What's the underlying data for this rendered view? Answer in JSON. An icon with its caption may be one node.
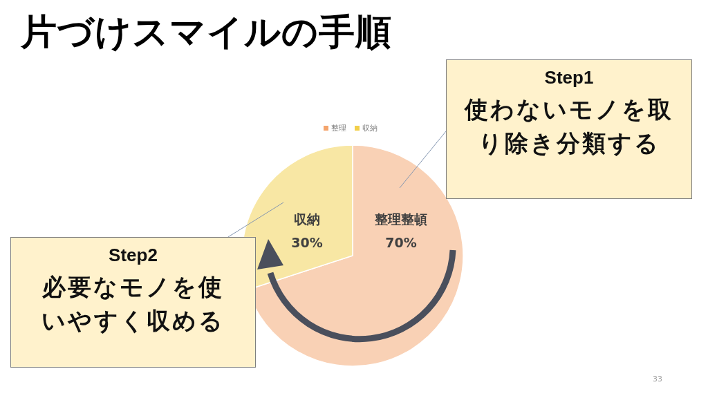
{
  "diagram": {
    "title": "片づけスマイルの手順",
    "nodes": [
      {
        "text": [
          "Step1",
          "使わないモノを取り除き分類する"
        ]
      },
      {
        "text": [
          "Step2",
          "必要なモノを使いやすく収める"
        ]
      }
    ],
    "edges": [
      {
        "from": 0,
        "to": null,
        "arrow": "none"
      },
      {
        "from": 1,
        "to": null,
        "arrow": "none"
      }
    ],
    "labels": [
      "33"
    ],
    "legend": [
      {
        "text": "整理",
        "color": "#f4a46c"
      },
      {
        "text": "収納",
        "color": "#f2cf4a"
      }
    ],
    "chart_data": {
      "type": "pie",
      "categories": [
        "整理整頓",
        "収納"
      ],
      "values": [
        70,
        30
      ],
      "value_labels": [
        "70%",
        "30%"
      ]
    }
  }
}
